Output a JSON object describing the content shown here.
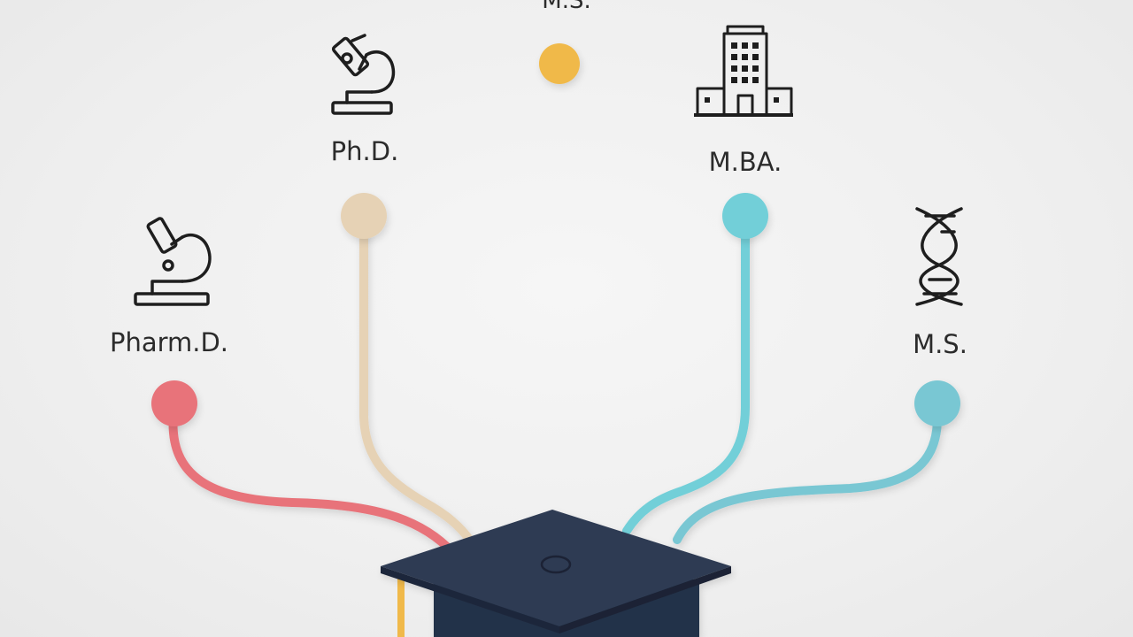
{
  "degrees": [
    {
      "key": "top",
      "label": "M.S.",
      "color": "#f0b94a",
      "icon": "none"
    },
    {
      "key": "pharmd",
      "label": "Pharm.D.",
      "color": "#e8737a",
      "icon": "microscope-icon"
    },
    {
      "key": "phd",
      "label": "Ph.D.",
      "color": "#e6d2b5",
      "icon": "microscope-icon"
    },
    {
      "key": "mba",
      "label": "M.BA.",
      "color": "#72cfd8",
      "icon": "building-icon"
    },
    {
      "key": "ms",
      "label": "M.S.",
      "color": "#79c7d3",
      "icon": "dna-icon"
    }
  ],
  "center": {
    "icon": "graduation-cap-icon",
    "color": "#2d3a52"
  }
}
